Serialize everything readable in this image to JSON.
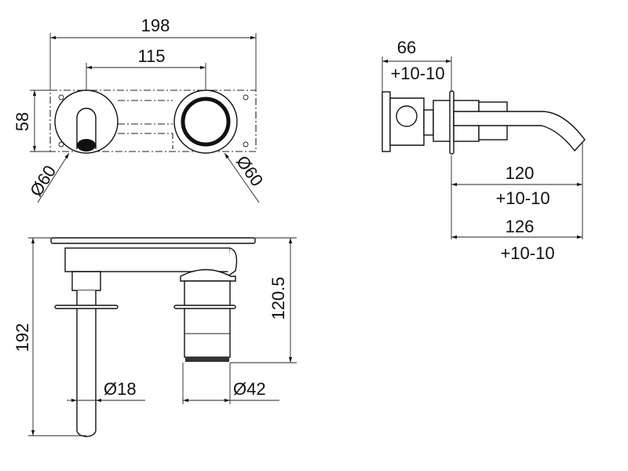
{
  "dimensions": {
    "top_width": "198",
    "top_spacing": "115",
    "top_height": "58",
    "left_rosette_dia": "Ø60",
    "right_rosette_dia": "Ø60",
    "side_depth": "66",
    "side_depth_tol": "+10-10",
    "spout_projection": "120",
    "spout_projection_tol": "+10-10",
    "total_projection": "126",
    "total_projection_tol": "+10-10",
    "front_height": "192",
    "handle_height": "120.5",
    "spout_dia": "Ø18",
    "handle_dia": "Ø42"
  }
}
